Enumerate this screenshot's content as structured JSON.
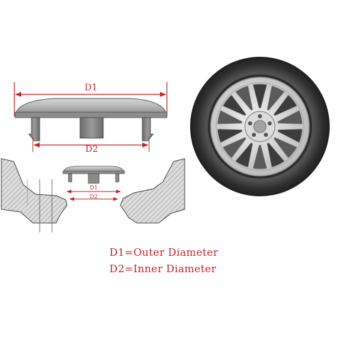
{
  "dimensions": {
    "outer_label": "D1",
    "inner_label": "D2",
    "section_outer_label": "D1",
    "section_inner_label": "D2"
  },
  "legend": {
    "outer": "D1=Outer Diameter",
    "inner": "D2=Inner Diameter"
  },
  "colors": {
    "dimension_red": "#c2262b",
    "cap_gray": "#8e8e8e",
    "tire_dark": "#3a3a3a",
    "rim_silver": "#d4d4d4"
  }
}
